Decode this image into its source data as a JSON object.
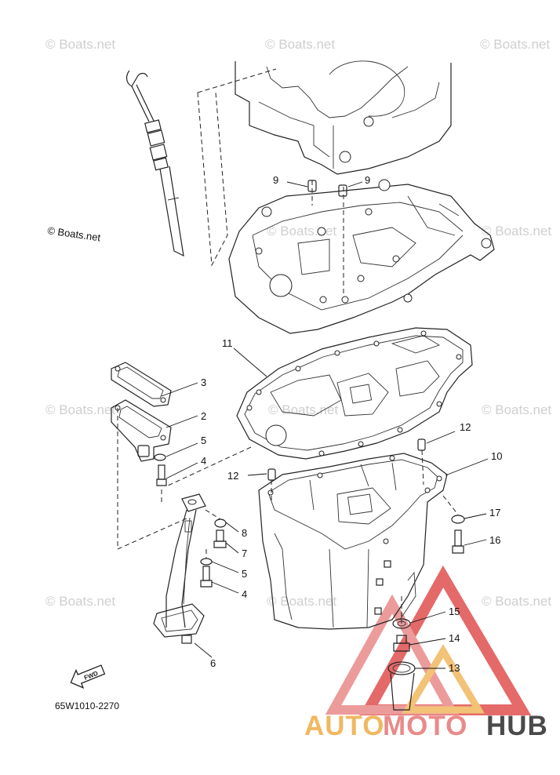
{
  "watermark_text": "© Boats.net",
  "copyright_label": "© Boats.net",
  "diagram_code": "65W1010-2270",
  "fwd_label": "FWD",
  "logo": {
    "part1": "AUTO",
    "part2": "MOTO",
    "part3": "HUB"
  },
  "callouts": [
    "9",
    "9",
    "11",
    "3",
    "2",
    "5",
    "4",
    "12",
    "10",
    "12",
    "8",
    "7",
    "5",
    "4",
    "17",
    "16",
    "6",
    "15",
    "14",
    "13"
  ],
  "colors": {
    "line": "#222222",
    "watermark": "#cfcfcf",
    "logo_red": "#e05050",
    "logo_orange": "#f0b860",
    "logo_gray": "#4a4a4a"
  }
}
